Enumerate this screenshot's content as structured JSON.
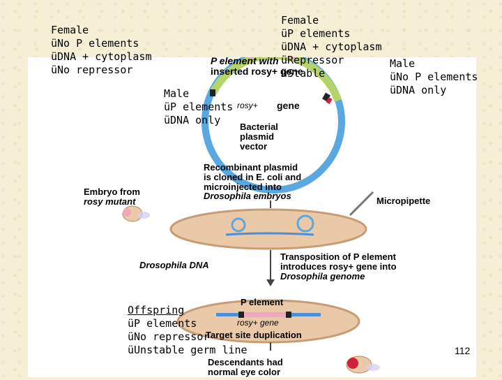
{
  "overlays": {
    "female_left": {
      "title": "Female",
      "items": [
        "üNo P elements",
        "üDNA + cytoplasm",
        "üNo repressor"
      ]
    },
    "female_top": {
      "title": "Female",
      "items": [
        "üP elements",
        "üDNA + cytoplasm",
        "üRepressor",
        "üStable"
      ]
    },
    "male_right": {
      "title": "Male",
      "items": [
        "üNo P elements",
        "üDNA only"
      ]
    },
    "male_center": {
      "title": "Male",
      "items": [
        "üP elements",
        "üDNA only"
      ]
    },
    "offspring": {
      "title": "Offspring",
      "items": [
        "üP elements",
        "üNo repressor",
        "üUnstable germ line"
      ]
    }
  },
  "diagram": {
    "plasmid_title_line1": "P element with",
    "plasmid_title_line2": "inserted rosy+ gene",
    "rosy_label": "rosy+",
    "gene_label": "gene",
    "vector_line1": "Bacterial",
    "vector_line2": "plasmid",
    "vector_line3": "vector",
    "step1_line1": "Recombinant plasmid",
    "step1_line2": "is cloned in E. coli and",
    "step1_line3": "microinjected into",
    "step1_line4": "Drosophila embryos",
    "embryo_label_line1": "Embryo from",
    "embryo_label_line2": "rosy mutant",
    "micropipette_label": "Micropipette",
    "dna_label": "Drosophila DNA",
    "step2_line1": "Transposition of P element",
    "step2_line2": "introduces rosy+ gene into",
    "step2_line3": "Drosophila genome",
    "p_element_label": "P element",
    "rosy_gene_label": "rosy+ gene",
    "target_site_label": "Target site duplication",
    "descendants_line1": "Descendants had",
    "descendants_line2": "normal eye color"
  },
  "page_number": "112",
  "colors": {
    "background": "#f6efd6",
    "plasmid_vector": "#5aa8e0",
    "plasmid_insert_green": "#b6d36a",
    "plasmid_insert_pink": "#f0a6c4",
    "embryo_fill": "#e9c9a8",
    "embryo_edge": "#c79c74",
    "dna_blue": "#4a90d9",
    "eye_red": "#d21f3a"
  }
}
